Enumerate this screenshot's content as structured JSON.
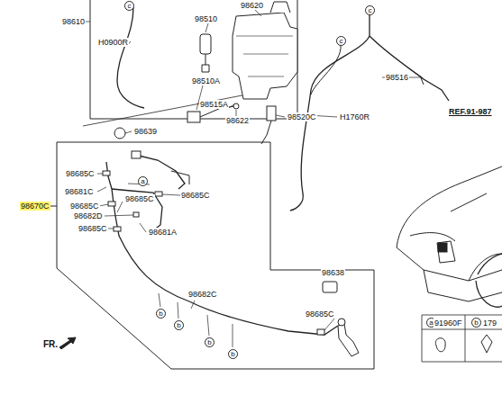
{
  "diagram": {
    "labels": [
      "c",
      "c",
      "98610",
      "98620",
      "98510",
      "H0900R",
      "98516",
      "REF.91-987",
      "98510A",
      "c",
      "98515A",
      "98622",
      "98520C",
      "H1760R",
      "98639",
      "98685C",
      "a",
      "98681C",
      "98685C",
      "98685C",
      "98685C",
      "98670C",
      "98682D",
      "98681A",
      "98685C",
      "98638",
      "98682C",
      "b",
      "b",
      "98685C",
      "b",
      "b",
      "FR.",
      "a",
      "91960F",
      "b",
      "179"
    ]
  }
}
